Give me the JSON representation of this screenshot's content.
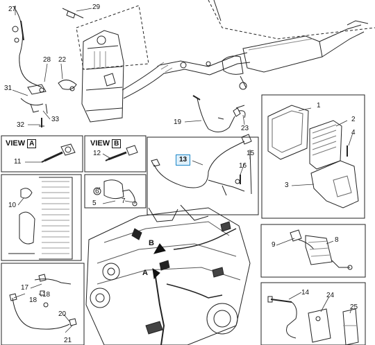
{
  "callouts": {
    "n27": "27",
    "n29": "29",
    "n28": "28",
    "n22": "22",
    "n31": "31",
    "n33": "33",
    "n32": "32",
    "n19": "19",
    "n23": "23",
    "n1": "1",
    "n2": "2",
    "n4": "4",
    "n3": "3",
    "n11": "11",
    "n12": "12",
    "n13": "13",
    "n15": "15",
    "n16": "16",
    "n10": "10",
    "n6": "6",
    "n5": "5",
    "n7": "7",
    "n9": "9",
    "n8": "8",
    "n17": "17",
    "n18": "18",
    "n20": "20",
    "n21": "21",
    "n14": "14",
    "n24": "24",
    "n25": "25"
  },
  "views": {
    "a": {
      "prefix": "VIEW",
      "letter": "A"
    },
    "b": {
      "prefix": "VIEW",
      "letter": "B"
    }
  },
  "engine_markers": {
    "a": "A",
    "b": "B"
  },
  "highlight_color": "#1a86c8"
}
